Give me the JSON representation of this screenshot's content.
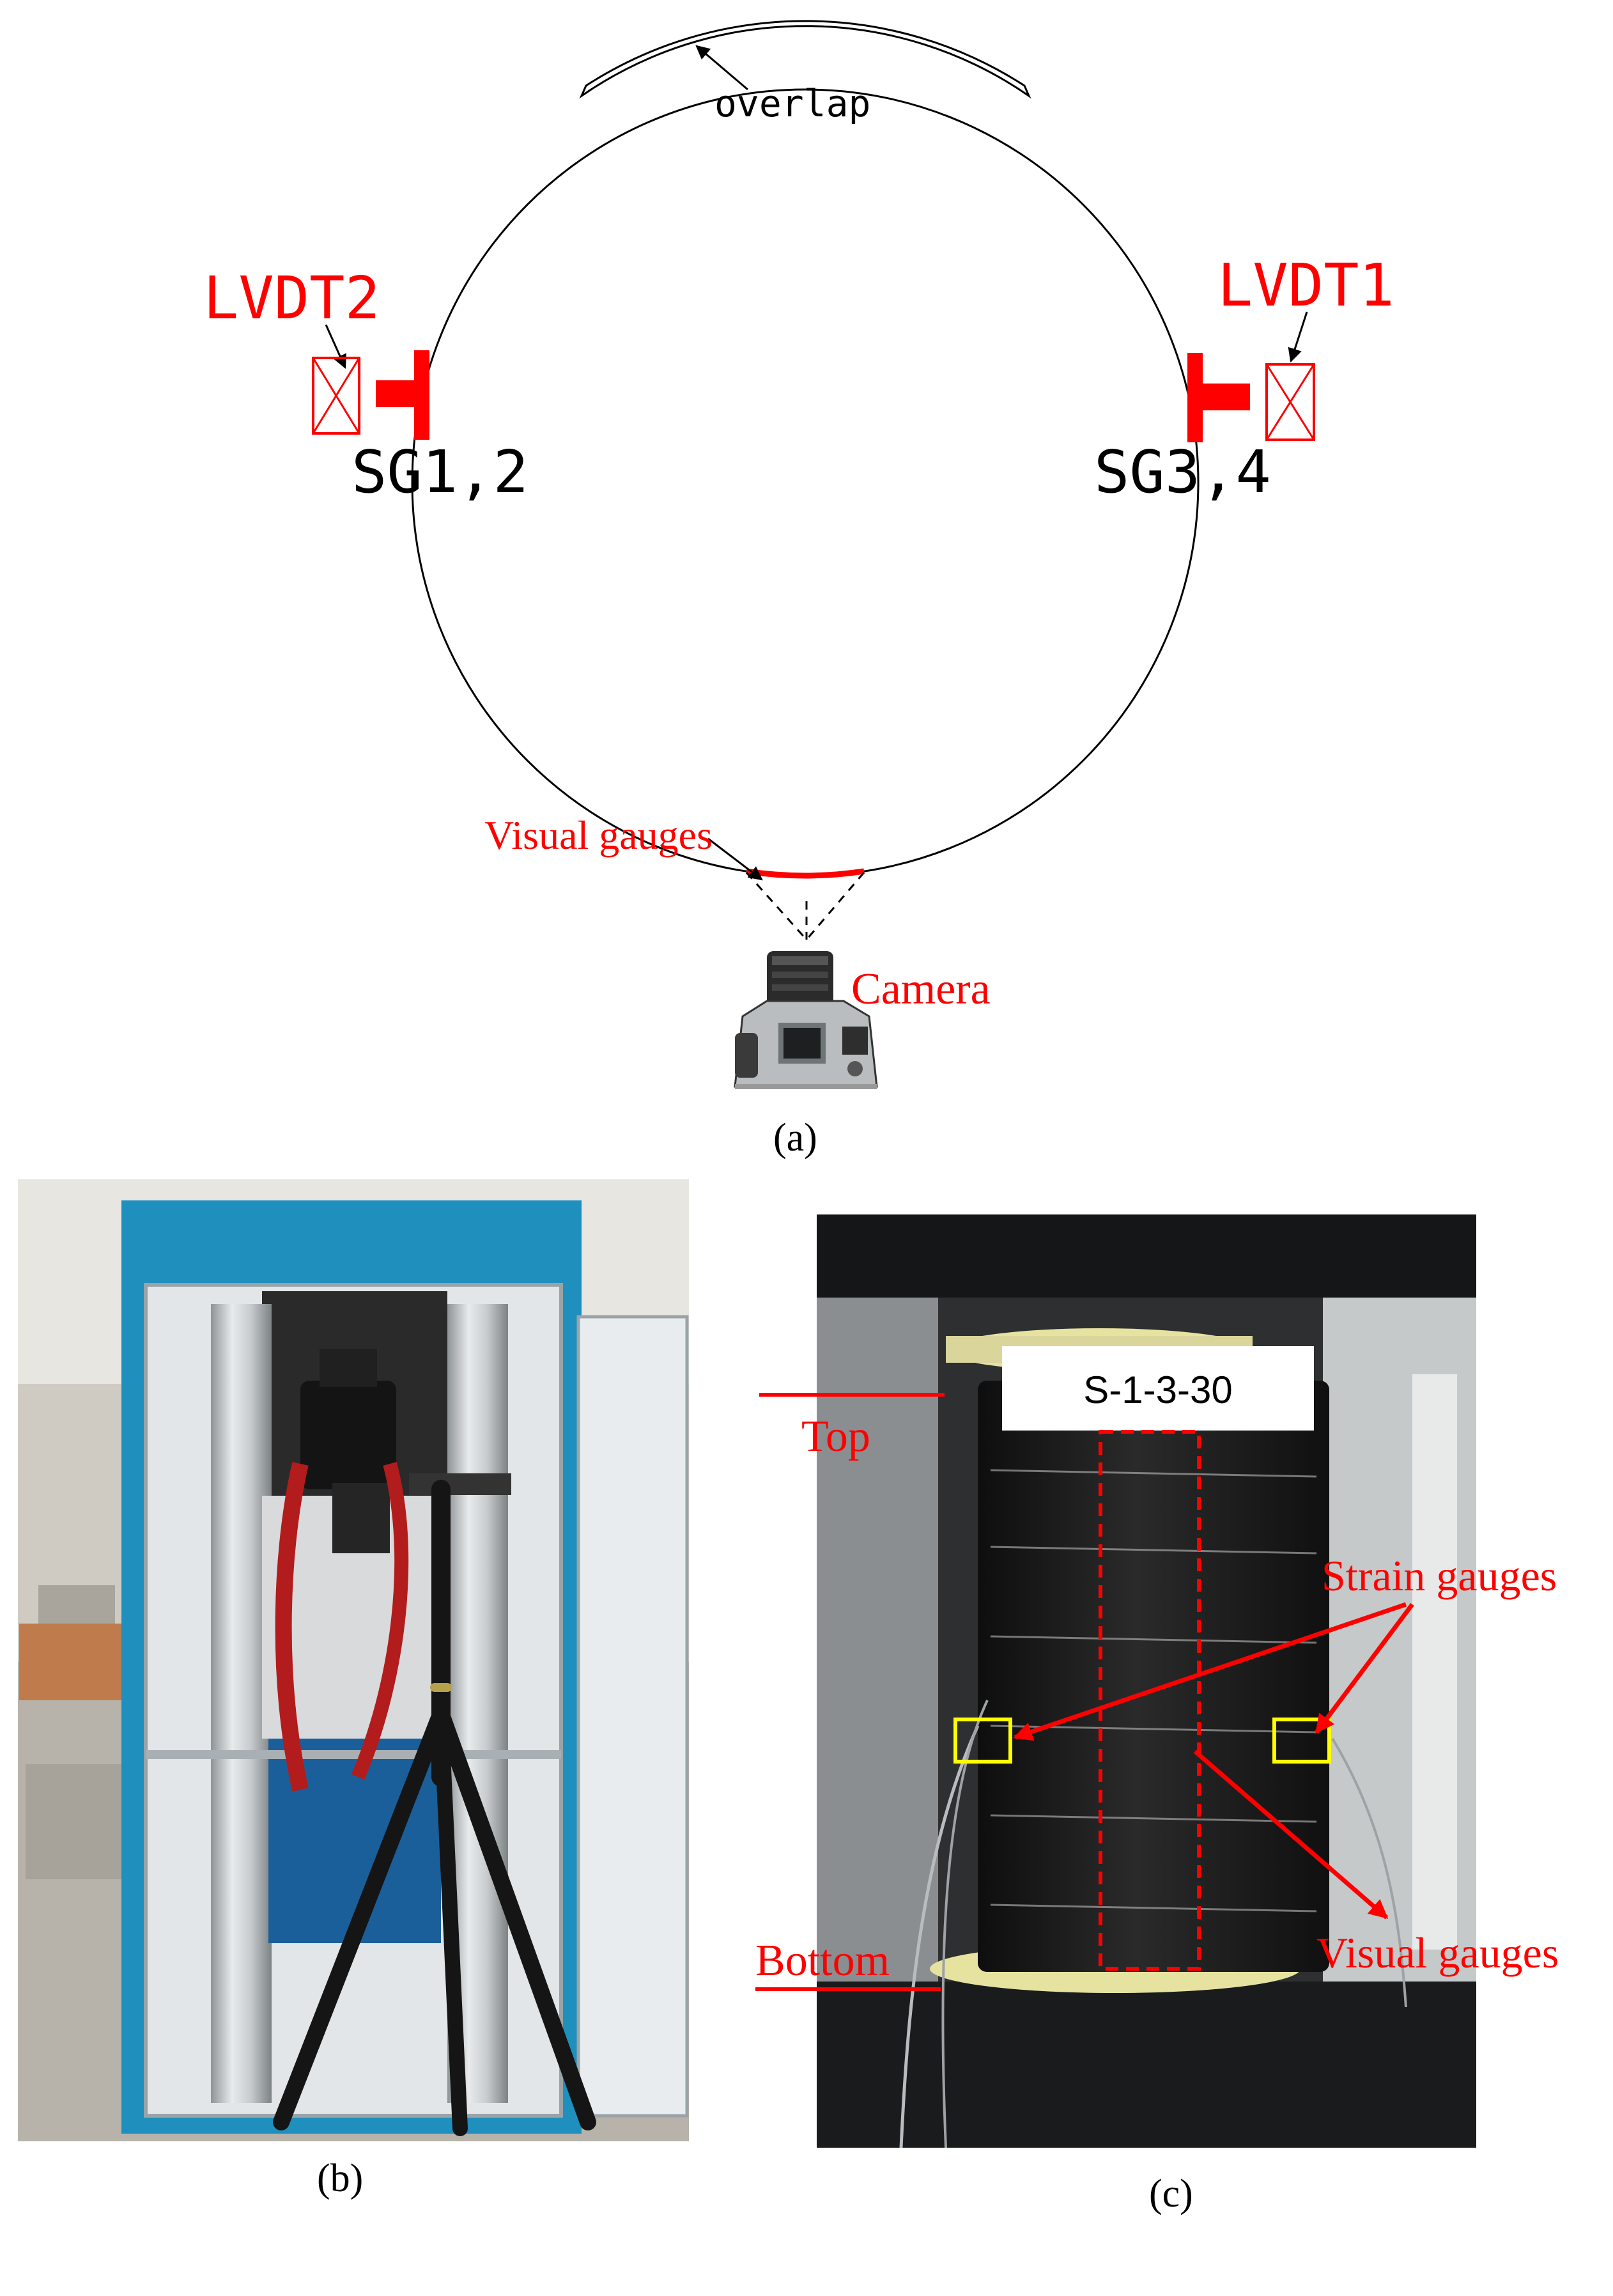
{
  "diagram": {
    "overlap_label": "overlap",
    "lvdt_left": "LVDT2",
    "lvdt_right": "LVDT1",
    "sg_left": "SG1,2",
    "sg_right": "SG3,4",
    "visual_gauges": "Visual gauges",
    "camera": "Camera"
  },
  "captions": {
    "a": "(a)",
    "b": "(b)",
    "c": "(c)"
  },
  "specimen": {
    "id_label": "S-1-3-30",
    "top": "Top",
    "bottom": "Bottom",
    "strain_gauges": "Strain gauges",
    "visual_gauges": "Visual gauges"
  },
  "colors": {
    "annotation_red": "#ff0000",
    "gauge_box_yellow": "#ffff00",
    "frame_blue": "#1f8fbd",
    "specimen_black": "#1a1a1a",
    "end_cap_yellow": "#e6e3a0"
  }
}
